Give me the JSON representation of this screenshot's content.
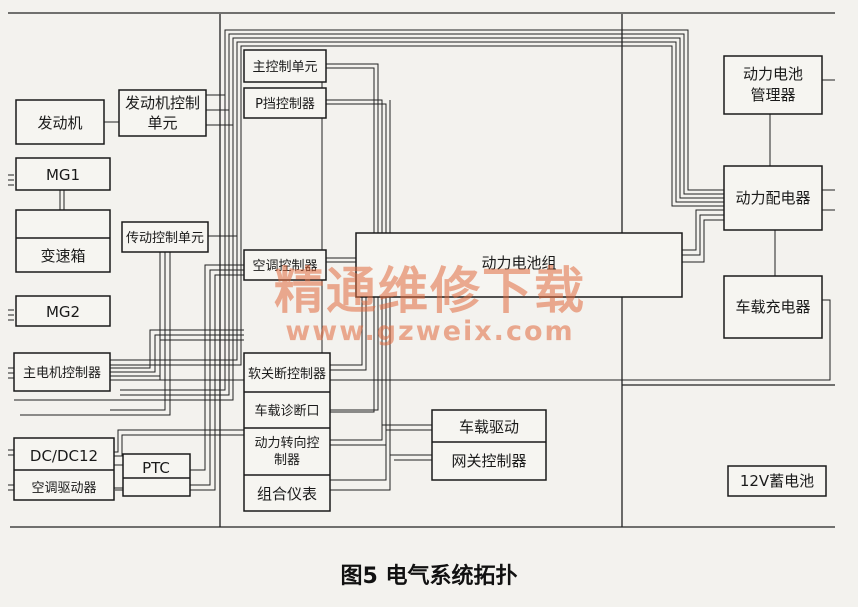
{
  "components": {
    "engine": "发动机",
    "engine_ecu": "发动机控制单元",
    "mg1": "MG1",
    "gearbox": "变速箱",
    "transmission_ctrl": "传动控制单元",
    "mg2": "MG2",
    "motor_ctrl": "主电机控制器",
    "dcdc": "DC/DC12",
    "ac_driver": "空调驱动器",
    "ptc": "PTC",
    "main_ctrl": "主控制单元",
    "p_ctrl": "P挡控制器",
    "ac_ctrl": "空调控制器",
    "battery_pack": "动力电池组",
    "soft_switch": "软关断控制器",
    "diag_port": "车载诊断口",
    "steering_ctrl": "动力转向控制器",
    "cluster": "组合仪表",
    "vehicle_drive": "车载驱动",
    "gateway": "网关控制器",
    "bms": "动力电池管理器",
    "pdu": "动力配电器",
    "charger": "车载充电器",
    "battery_12v": "12V蓄电池"
  },
  "watermark": {
    "main": "精通维修下载",
    "url": "www.gzweix.com"
  },
  "caption": "图5 电气系统拓扑"
}
